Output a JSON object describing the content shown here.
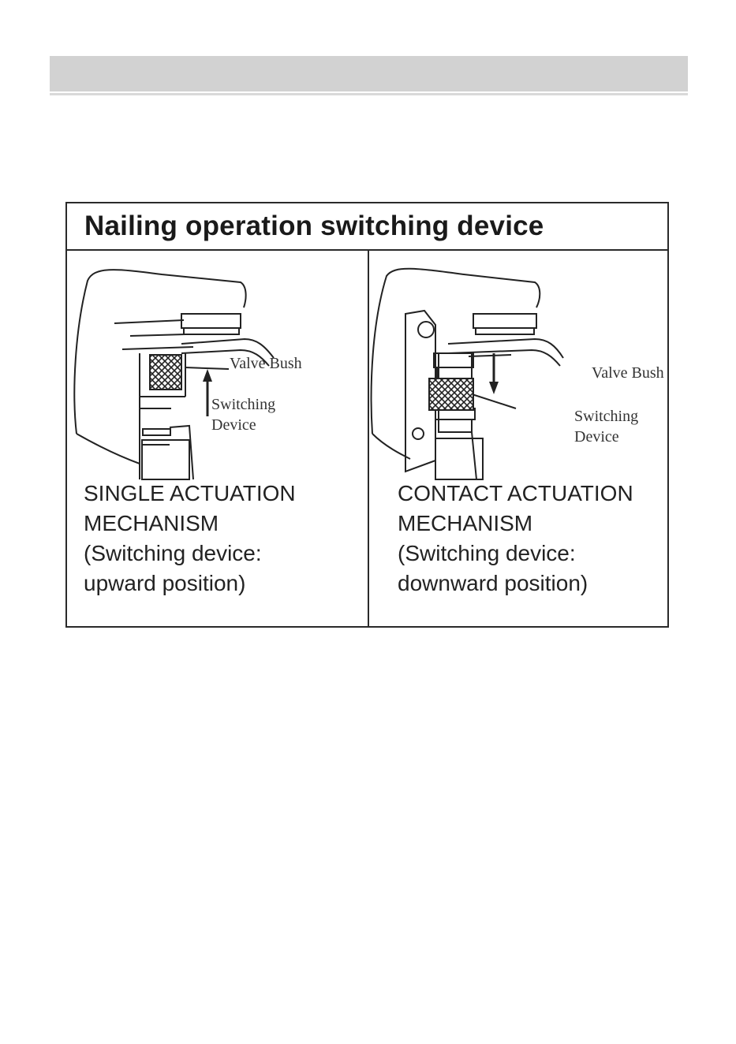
{
  "figure": {
    "title": "Nailing operation switching device",
    "panels": [
      {
        "valve_label": "Valve Bush",
        "switch_label_1": "Switching",
        "switch_label_2": "Device",
        "caption": [
          "SINGLE ACTUATION",
          "MECHANISM",
          "(Switching device:",
          "upward position)"
        ]
      },
      {
        "valve_label": "Valve Bush",
        "switch_label_1": "Switching",
        "switch_label_2": "Device",
        "caption": [
          "CONTACT ACTUATION",
          "MECHANISM",
          "(Switching device:",
          "downward position)"
        ]
      }
    ]
  }
}
